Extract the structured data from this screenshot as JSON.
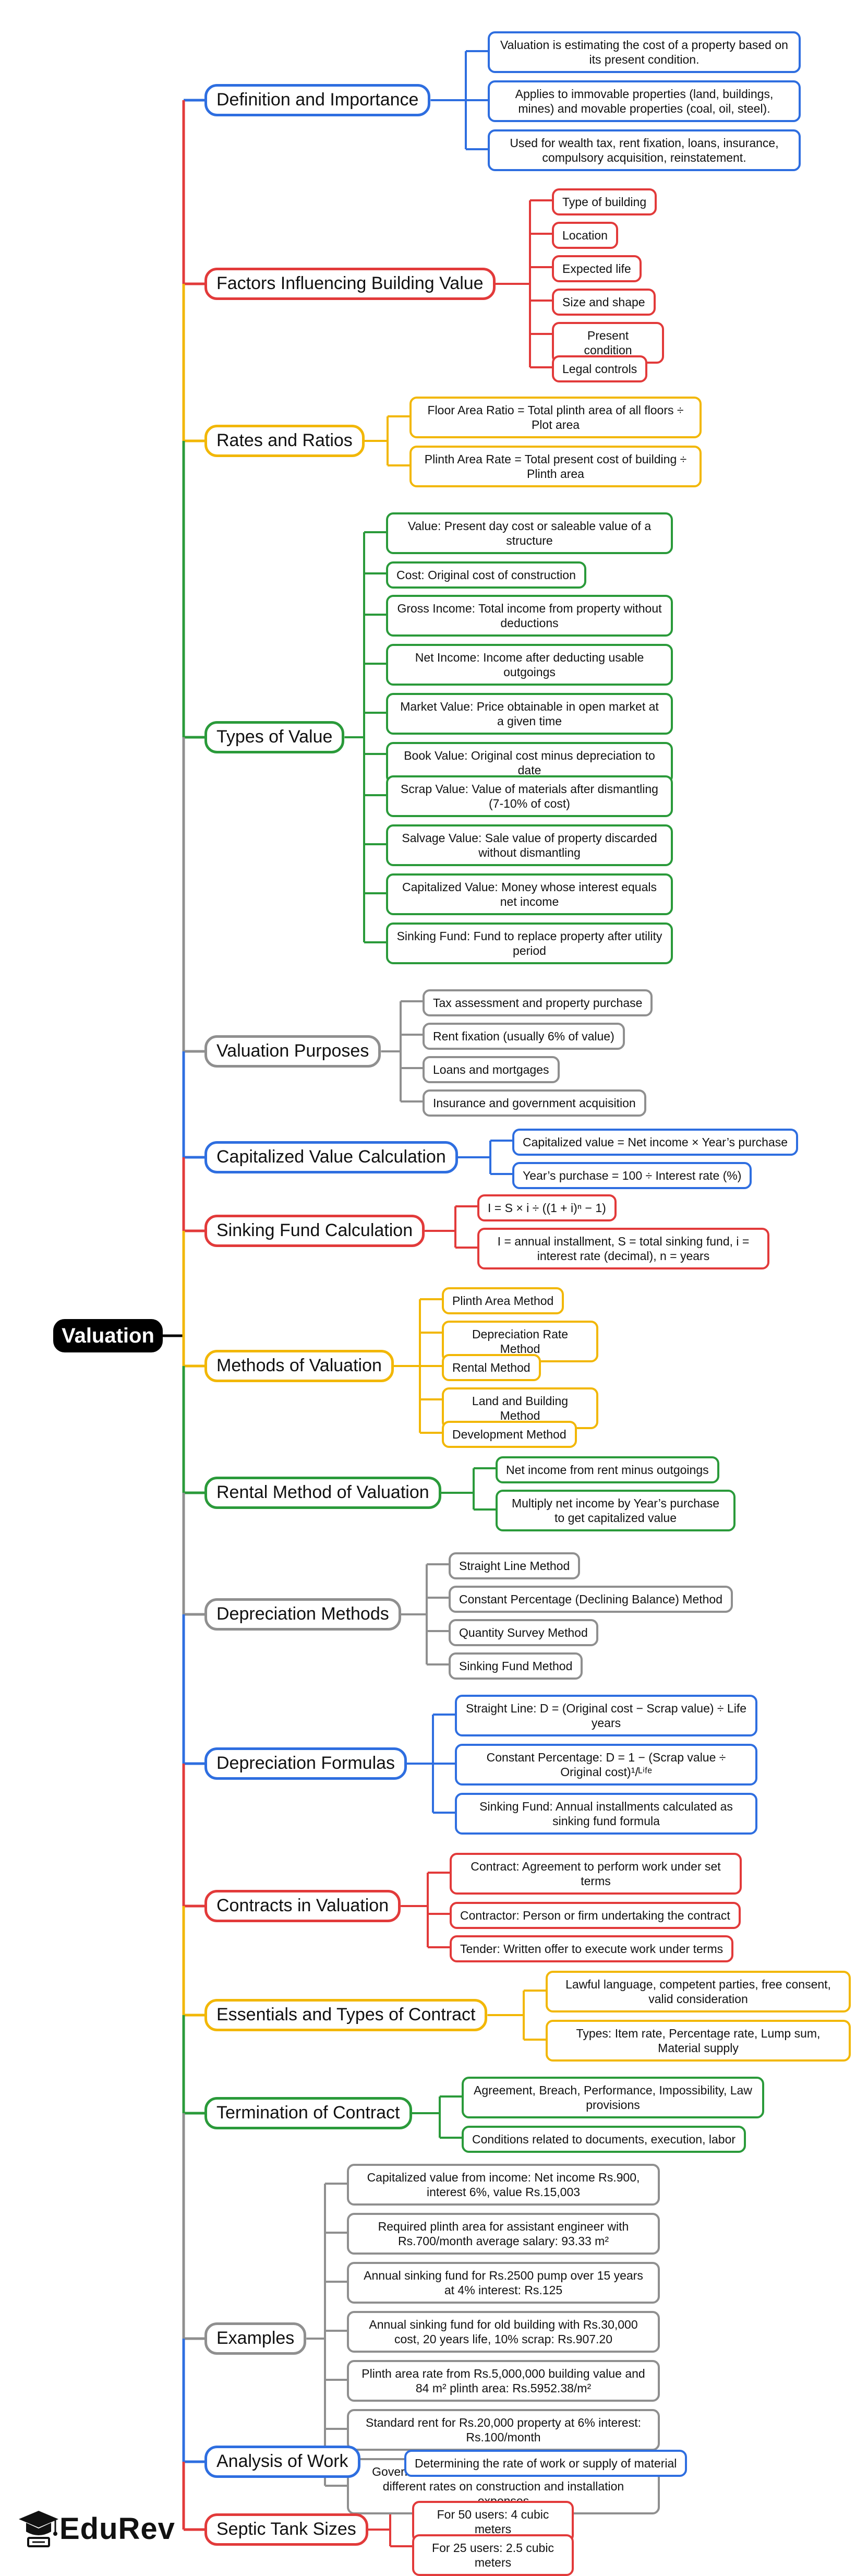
{
  "root": "Valuation",
  "colors": {
    "blue": "#2e6ee0",
    "red": "#e23a3a",
    "yellow": "#f2b705",
    "green": "#2a9a3a",
    "gray": "#8f8f8f"
  },
  "branches": [
    {
      "label": "Definition and Importance",
      "color": "blue",
      "leaves": [
        "Valuation is estimating the cost of a property based on its present condition.",
        "Applies to immovable properties (land, buildings, mines) and movable properties (coal, oil, steel).",
        "Used for wealth tax, rent fixation, loans, insurance, compulsory acquisition, reinstatement."
      ]
    },
    {
      "label": "Factors Influencing Building Value",
      "color": "red",
      "leaves": [
        "Type of building",
        "Location",
        "Expected life",
        "Size and shape",
        "Present condition",
        "Legal controls"
      ]
    },
    {
      "label": "Rates and Ratios",
      "color": "yellow",
      "leaves": [
        "Floor Area Ratio = Total plinth area of all floors ÷ Plot area",
        "Plinth Area Rate = Total present cost of building ÷ Plinth area"
      ]
    },
    {
      "label": "Types of Value",
      "color": "green",
      "leaves": [
        "Value: Present day cost or saleable value of a structure",
        "Cost: Original cost of construction",
        "Gross Income: Total income from property without deductions",
        "Net Income: Income after deducting usable outgoings",
        "Market Value: Price obtainable in open market at a given time",
        "Book Value: Original cost minus depreciation to date",
        "Scrap Value: Value of materials after dismantling (7-10% of cost)",
        "Salvage Value: Sale value of property discarded without dismantling",
        "Capitalized Value: Money whose interest equals net income",
        "Sinking Fund: Fund to replace property after utility period"
      ]
    },
    {
      "label": "Valuation Purposes",
      "color": "gray",
      "leaves": [
        "Tax assessment and property purchase",
        "Rent fixation (usually 6% of value)",
        "Loans and mortgages",
        "Insurance and government acquisition"
      ]
    },
    {
      "label": "Capitalized Value Calculation",
      "color": "blue",
      "leaves": [
        "Capitalized value = Net income × Year’s purchase",
        "Year’s purchase = 100 ÷ Interest rate (%)"
      ]
    },
    {
      "label": "Sinking Fund Calculation",
      "color": "red",
      "leaves": [
        "I = S × i ÷ ((1 + i)ⁿ − 1)",
        "I = annual installment, S = total sinking fund, i = interest rate (decimal), n = years"
      ]
    },
    {
      "label": "Methods of Valuation",
      "color": "yellow",
      "leaves": [
        "Plinth Area Method",
        "Depreciation Rate Method",
        "Rental Method",
        "Land and Building Method",
        "Development Method"
      ]
    },
    {
      "label": "Rental Method of Valuation",
      "color": "green",
      "leaves": [
        "Net income from rent minus outgoings",
        "Multiply net income by Year’s purchase to get capitalized value"
      ]
    },
    {
      "label": "Depreciation Methods",
      "color": "gray",
      "leaves": [
        "Straight Line Method",
        "Constant Percentage (Declining Balance) Method",
        "Quantity Survey Method",
        "Sinking Fund Method"
      ]
    },
    {
      "label": "Depreciation Formulas",
      "color": "blue",
      "leaves": [
        "Straight Line: D = (Original cost − Scrap value) ÷ Life years",
        "Constant Percentage: D = 1 − (Scrap value ÷ Original cost)¹/ᴸⁱᶠᵉ",
        "Sinking Fund: Annual installments calculated as sinking fund formula"
      ]
    },
    {
      "label": "Contracts in Valuation",
      "color": "red",
      "leaves": [
        "Contract: Agreement to perform work under set terms",
        "Contractor: Person or firm undertaking the contract",
        "Tender: Written offer to execute work under terms"
      ]
    },
    {
      "label": "Essentials and Types of Contract",
      "color": "yellow",
      "leaves": [
        "Lawful language, competent parties, free consent, valid consideration",
        "Types: Item rate, Percentage rate, Lump sum, Material supply"
      ]
    },
    {
      "label": "Termination of Contract",
      "color": "green",
      "leaves": [
        "Agreement, Breach, Performance, Impossibility, Law provisions",
        "Conditions related to documents, execution, labor"
      ]
    },
    {
      "label": "Examples",
      "color": "gray",
      "leaves": [
        "Capitalized value from income: Net income Rs.900, interest 6%, value Rs.15,003",
        "Required plinth area for assistant engineer with Rs.700/month average salary: 93.33 m²",
        "Annual sinking fund for Rs.2500 pump over 15 years at 4% interest: Rs.125",
        "Annual sinking fund for old building with Rs.30,000 cost, 20 years life, 10% scrap: Rs.907.20",
        "Plinth area rate from Rs.5,000,000 building value and 84 m² plinth area: Rs.5952.38/m²",
        "Standard rent for Rs.20,000 property at 6% interest: Rs.100/month",
        "Government accommodation rent calculation with different rates on construction and installation expenses"
      ]
    },
    {
      "label": "Analysis of Work",
      "color": "blue",
      "leaves": [
        "Determining the rate of work or supply of material"
      ]
    },
    {
      "label": "Septic Tank Sizes",
      "color": "red",
      "leaves": [
        "For 50 users: 4 cubic meters",
        "For 25 users: 2.5 cubic meters"
      ]
    }
  ],
  "brand": {
    "name": "EduRev",
    "icon": "graduation-cap-icon"
  }
}
